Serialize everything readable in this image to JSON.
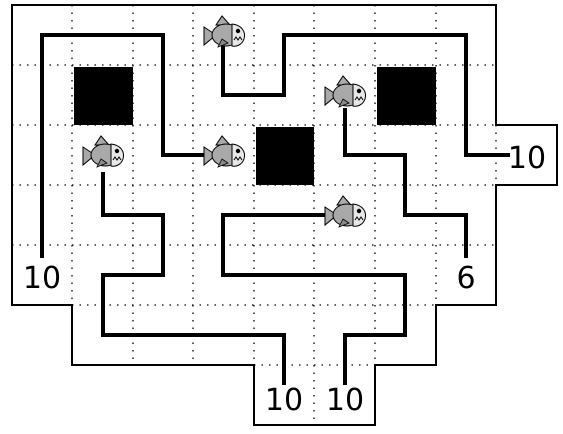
{
  "puzzle": {
    "clues": [
      {
        "id": "left",
        "text": "10"
      },
      {
        "id": "right-top",
        "text": "10"
      },
      {
        "id": "right-bottom",
        "text": "6"
      },
      {
        "id": "bottom-left",
        "text": "10"
      },
      {
        "id": "bottom-right",
        "text": "10"
      }
    ],
    "piranha_count": 5,
    "black_cells": 3
  },
  "colors": {
    "path": "#000000",
    "grid": "#000000",
    "block": "#000000",
    "fish_body": "#a9a9a9",
    "fish_light": "#e8e8e8"
  },
  "icons": {
    "fish": "piranha-icon",
    "block": "black-square"
  }
}
